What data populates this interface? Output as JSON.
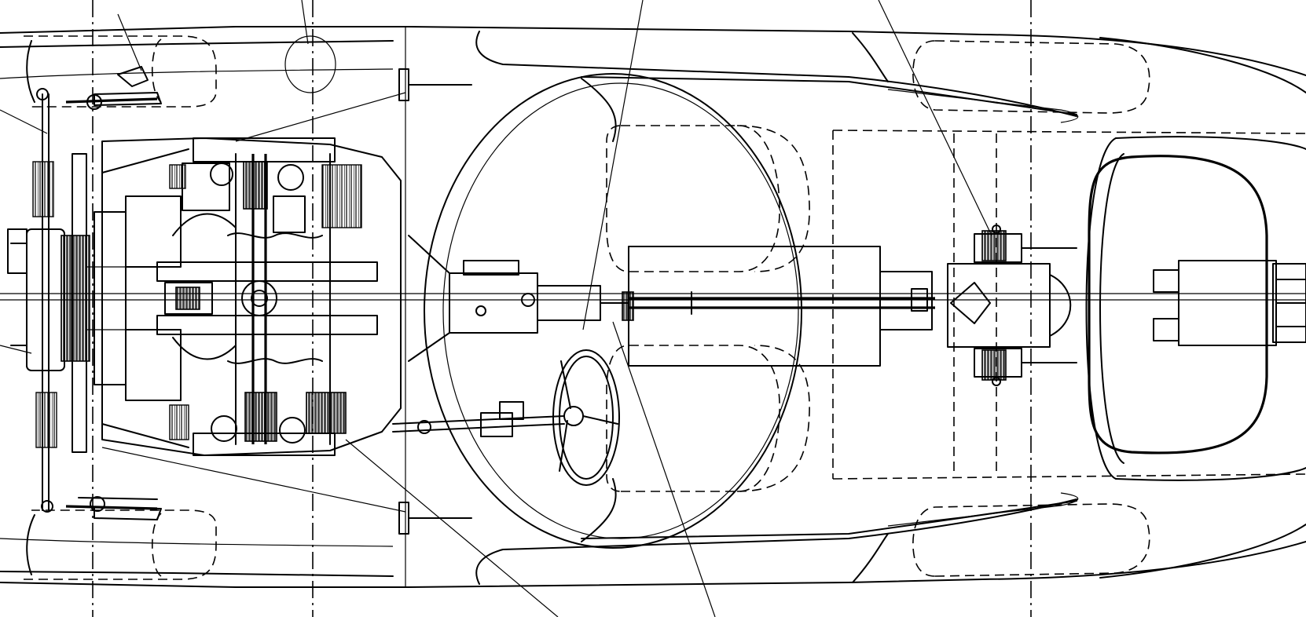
{
  "drawing": {
    "subject": "technical-line-drawing",
    "view": "top-plan",
    "components": [
      "car-body-outline",
      "front-wheels",
      "rear-wheels",
      "engine",
      "radiator",
      "gearbox",
      "propeller-shaft",
      "rear-differential",
      "fuel-tank",
      "steering-wheel",
      "seats",
      "bulkhead",
      "leader-lines"
    ],
    "colors": {
      "ink": "#000000",
      "paper": "#ffffff"
    }
  }
}
